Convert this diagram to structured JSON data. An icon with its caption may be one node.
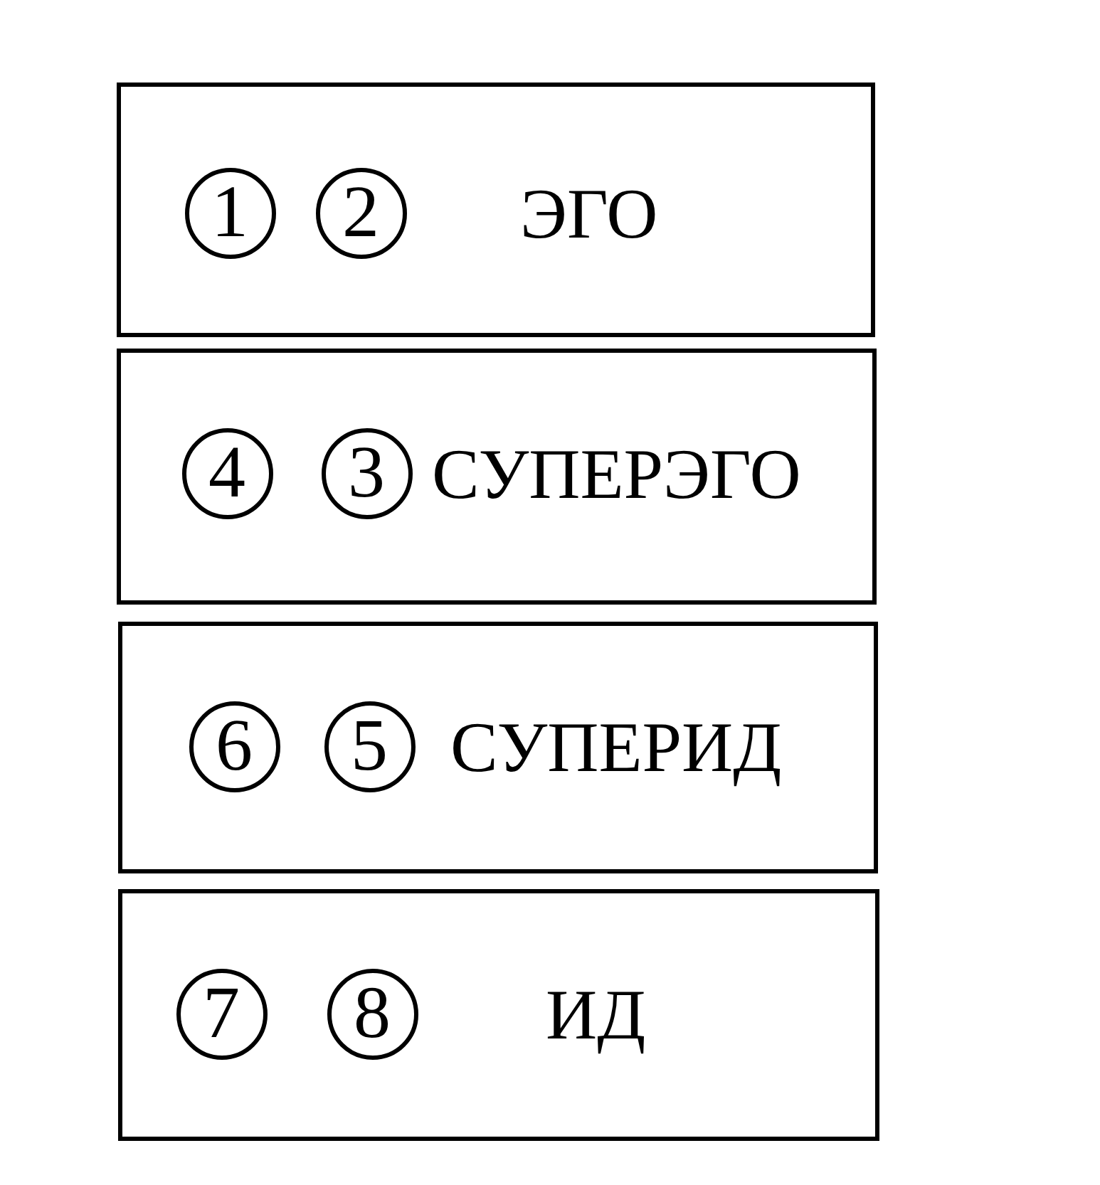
{
  "diagram": {
    "nodes": [
      {
        "text": [
          "1",
          "2",
          "ЭГО"
        ]
      },
      {
        "text": [
          "4",
          "3",
          "СУПЕРЭГО"
        ]
      },
      {
        "text": [
          "6",
          "5",
          "СУПЕРИД"
        ]
      },
      {
        "text": [
          "7",
          "8",
          "ИД"
        ]
      }
    ]
  }
}
